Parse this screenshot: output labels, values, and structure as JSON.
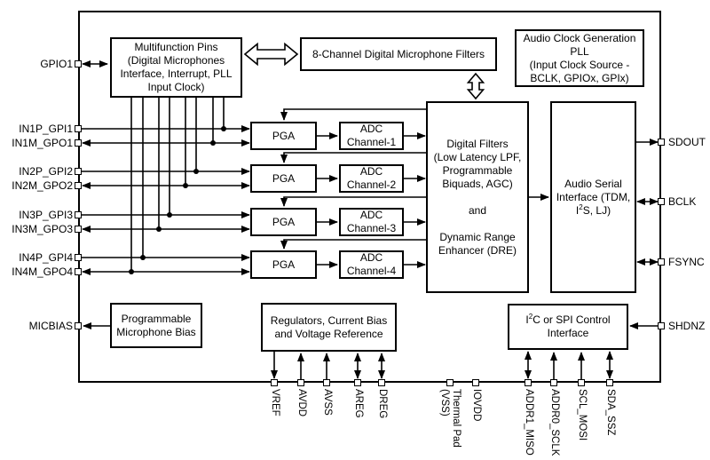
{
  "blocks": {
    "multifunction_pins": {
      "label": "Multifunction Pins\n(Digital Microphones\nInterface, Interrupt, PLL\nInput Clock)"
    },
    "dmic_filters": {
      "label": "8-Channel Digital Microphone Filters"
    },
    "audio_clock_pll": {
      "label": "Audio Clock Generation\nPLL\n(Input Clock Source -\nBCLK, GPIOx, GPIx)"
    },
    "pga_channels": [
      {
        "label": "PGA"
      },
      {
        "label": "PGA"
      },
      {
        "label": "PGA"
      },
      {
        "label": "PGA"
      }
    ],
    "adc_channels": [
      {
        "label": "ADC\nChannel-1"
      },
      {
        "label": "ADC\nChannel-2"
      },
      {
        "label": "ADC\nChannel-3"
      },
      {
        "label": "ADC\nChannel-4"
      }
    ],
    "digital_filters": {
      "label": "Digital Filters\n(Low Latency LPF,\nProgrammable\nBiquads, AGC)\n\nand\n\nDynamic Range\nEnhancer (DRE)"
    },
    "audio_serial_interface": {
      "pre": "Audio Serial\nInterface (TDM,\nI",
      "sup": "2",
      "post": "S, LJ)"
    },
    "mic_bias": {
      "label": "Programmable\nMicrophone Bias"
    },
    "regulators": {
      "label": "Regulators, Current Bias\nand Voltage Reference"
    },
    "control_interface": {
      "pre": "I",
      "sup": "2",
      "post": "C or SPI Control\nInterface"
    }
  },
  "pins": {
    "left": [
      {
        "label": "GPIO1",
        "direction": "bidirectional"
      },
      {
        "label": "IN1P_GPI1",
        "direction": "in"
      },
      {
        "label": "IN1M_GPO1",
        "direction": "bidirectional"
      },
      {
        "label": "IN2P_GPI2",
        "direction": "in"
      },
      {
        "label": "IN2M_GPO2",
        "direction": "bidirectional"
      },
      {
        "label": "IN3P_GPI3",
        "direction": "in"
      },
      {
        "label": "IN3M_GPO3",
        "direction": "bidirectional"
      },
      {
        "label": "IN4P_GPI4",
        "direction": "in"
      },
      {
        "label": "IN4M_GPO4",
        "direction": "bidirectional"
      },
      {
        "label": "MICBIAS",
        "direction": "out"
      }
    ],
    "right": [
      {
        "label": "SDOUT",
        "direction": "out"
      },
      {
        "label": "BCLK",
        "direction": "bidirectional"
      },
      {
        "label": "FSYNC",
        "direction": "bidirectional"
      },
      {
        "label": "SHDNZ",
        "direction": "in"
      }
    ],
    "bottom": [
      {
        "label": "VREF",
        "direction": "out"
      },
      {
        "label": "AVDD",
        "direction": "in"
      },
      {
        "label": "AVSS",
        "direction": "in"
      },
      {
        "label": "AREG",
        "direction": "bidirectional"
      },
      {
        "label": "DREG",
        "direction": "bidirectional"
      },
      {
        "label": "Thermal Pad\n(VSS)",
        "direction": "none"
      },
      {
        "label": "IOVDD",
        "direction": "none"
      },
      {
        "label": "ADDR1_MISO",
        "direction": "bidirectional"
      },
      {
        "label": "ADDR0_SCLK",
        "direction": "in"
      },
      {
        "label": "SCL_MOSI",
        "direction": "in"
      },
      {
        "label": "SDA_SSZ",
        "direction": "bidirectional"
      }
    ]
  },
  "colors": {
    "line": "#000000",
    "background": "#ffffff",
    "box_fill": "#ffffff"
  }
}
